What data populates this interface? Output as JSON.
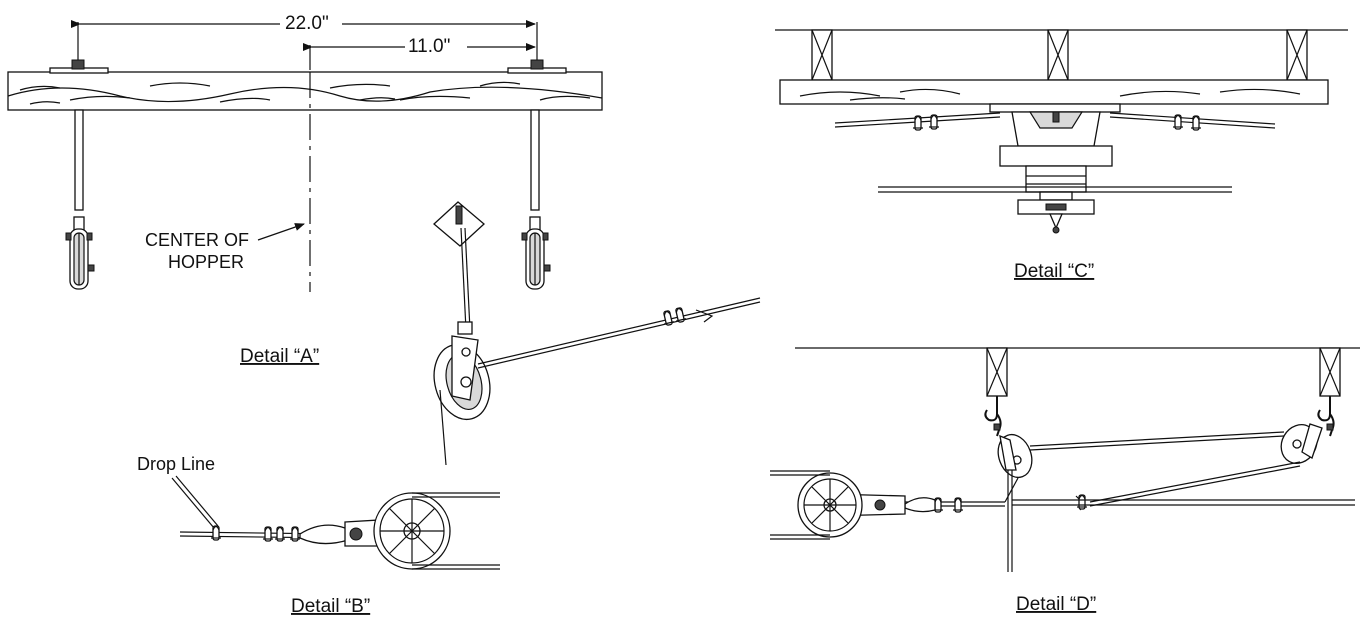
{
  "detail_a": {
    "dim_overall": "22.0\"",
    "dim_half": "11.0\"",
    "center_label_line1": "CENTER OF",
    "center_label_line2": "HOPPER",
    "caption": "Detail “A”"
  },
  "detail_b": {
    "drop_line_label": "Drop Line",
    "caption": "Detail “B”"
  },
  "detail_c": {
    "caption": "Detail “C”"
  },
  "detail_d": {
    "caption": "Detail “D”"
  }
}
